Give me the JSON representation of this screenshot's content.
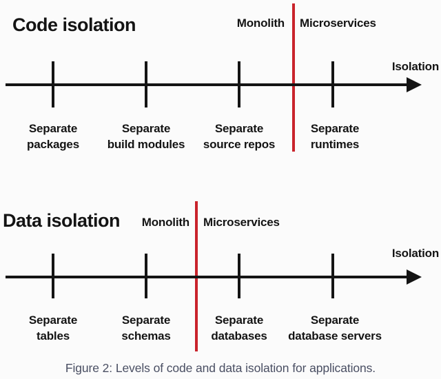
{
  "figure": {
    "caption": "Figure 2: Levels of code and data isolation for applications.",
    "colors": {
      "background": "#fbfbfb",
      "ink": "#141414",
      "divider_red": "#c9232b",
      "caption_text": "#4a4f63"
    },
    "diagrams": [
      {
        "title": "Code isolation",
        "axis_label": "Isolation",
        "left_zone_label": "Monolith",
        "right_zone_label": "Microservices",
        "ticks": [
          {
            "line1": "Separate",
            "line2": "packages"
          },
          {
            "line1": "Separate",
            "line2": "build modules"
          },
          {
            "line1": "Separate",
            "line2": "source repos"
          },
          {
            "line1": "Separate",
            "line2": "runtimes"
          }
        ]
      },
      {
        "title": "Data isolation",
        "axis_label": "Isolation",
        "left_zone_label": "Monolith",
        "right_zone_label": "Microservices",
        "ticks": [
          {
            "line1": "Separate",
            "line2": "tables"
          },
          {
            "line1": "Separate",
            "line2": "schemas"
          },
          {
            "line1": "Separate",
            "line2": "databases"
          },
          {
            "line1": "Separate",
            "line2": "database servers"
          }
        ]
      }
    ]
  }
}
